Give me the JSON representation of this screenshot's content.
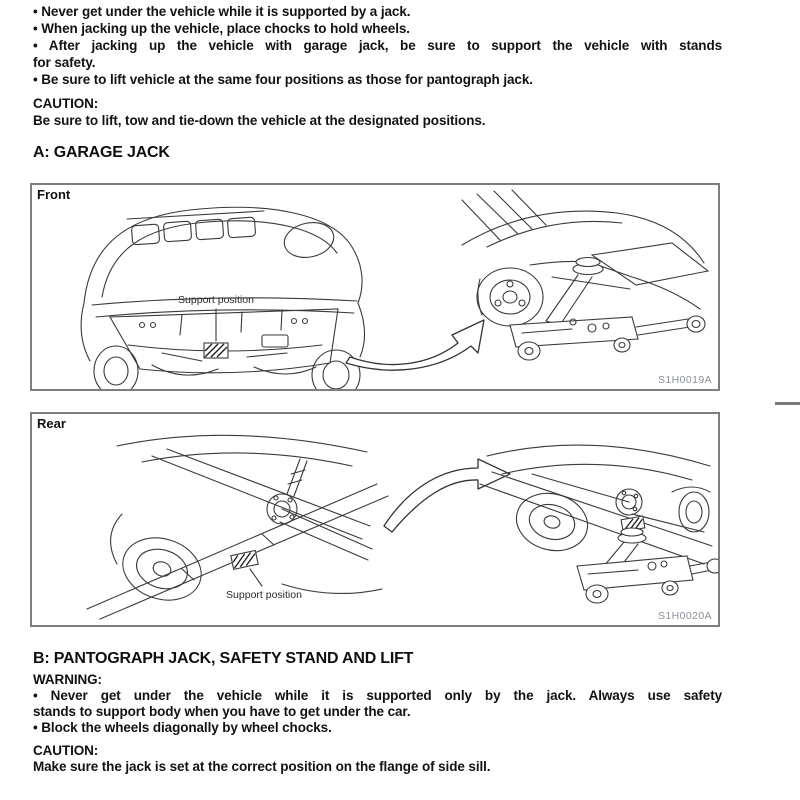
{
  "intro": {
    "lines": [
      "• Never get under the vehicle while it is supported by a jack.",
      "• When jacking up the vehicle, place chocks to hold wheels.",
      "• After jacking up the vehicle with garage jack, be sure to support the vehicle with stands",
      "for safety.",
      "• Be sure to lift vehicle at the same four positions as those for pantograph jack."
    ],
    "caution_label": "CAUTION:",
    "caution_text": "Be sure to lift, tow and tie-down the vehicle at the designated positions."
  },
  "section_a": {
    "heading": "A: GARAGE JACK",
    "figures": [
      {
        "label": "Front",
        "support_label": "Support position",
        "code": "S1H0019A"
      },
      {
        "label": "Rear",
        "support_label": "Support position",
        "code": "S1H0020A"
      }
    ]
  },
  "section_b": {
    "heading": "B: PANTOGRAPH JACK, SAFETY STAND AND LIFT",
    "warning_label": "WARNING:",
    "warning_lines": [
      "• Never get under the vehicle while it is supported only by the jack. Always use safety",
      "stands to support body when you have to get under the car.",
      "• Block the wheels diagonally by wheel chocks."
    ],
    "caution_label": "CAUTION:",
    "caution_text": "Make sure the jack is set at the correct position on the flange of side sill."
  },
  "colors": {
    "text": "#121212",
    "figure_border": "#7e7e7e",
    "figure_code": "#8b9099",
    "line_art": "#3a3a3a"
  }
}
